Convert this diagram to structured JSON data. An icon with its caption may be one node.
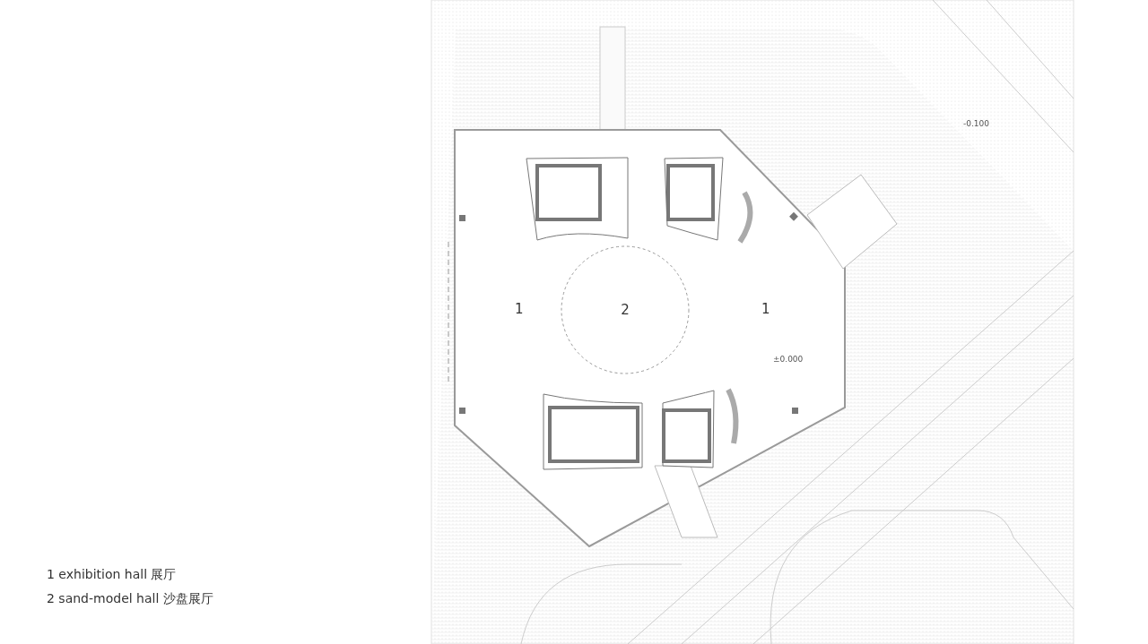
{
  "diagram": {
    "nodes": [
      {
        "text": [
          "2"
        ]
      }
    ],
    "labels": [
      "-0.100",
      "1",
      "1",
      "±0.000",
      "1 exhibition hall 展厅",
      "2 sand-model hall 沙盘展厅"
    ]
  }
}
